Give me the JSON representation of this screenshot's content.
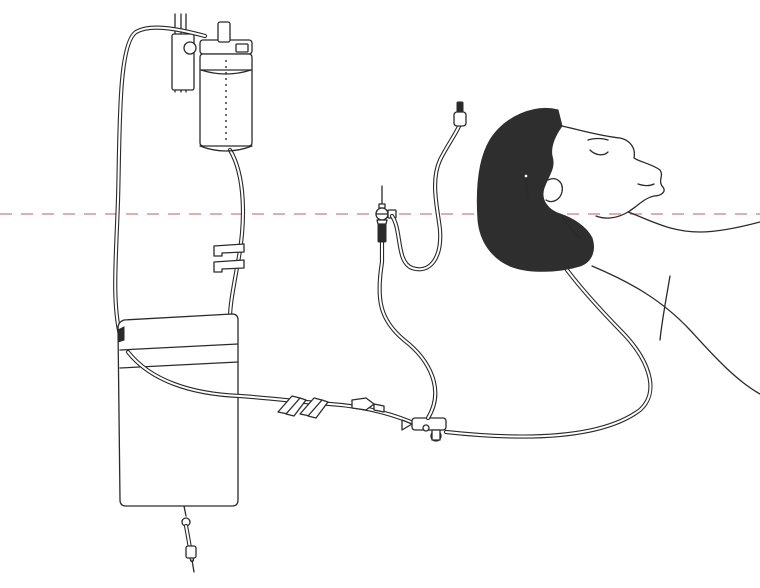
{
  "colors": {
    "line": "#2a2a2a",
    "background": "#ffffff",
    "reference_line": "#d9909a",
    "hair": "#2e2e2e"
  },
  "reference_line": {
    "style": "dashed",
    "orientation": "horizontal"
  },
  "components": [
    "iv-pole",
    "drip-chamber",
    "drainage-bag",
    "tubing-clamps",
    "three-way-stopcock",
    "pressure-transducer",
    "ventricular-catheter",
    "patient-head"
  ]
}
